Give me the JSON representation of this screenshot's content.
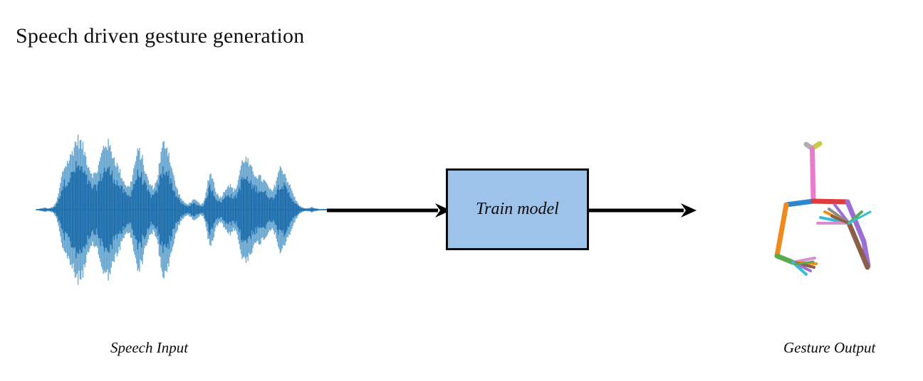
{
  "slide": {
    "title": "Speech driven gesture generation",
    "background_color": "#ffffff"
  },
  "pipeline": {
    "input": {
      "caption": "Speech Input",
      "kind": "audio-waveform",
      "waveform_color_dark": "#1f6fad",
      "waveform_color_light": "#6aa7d0"
    },
    "arrow_in": {
      "label": "",
      "direction": "right",
      "color": "#000000"
    },
    "model": {
      "label": "Train model",
      "fill_color": "#9dc3eb",
      "border_color": "#0d0d0d"
    },
    "arrow_out": {
      "label": "",
      "direction": "right",
      "color": "#000000"
    },
    "output": {
      "caption": "Gesture Output",
      "kind": "skeleton-pose"
    }
  },
  "chart_data": {
    "type": "area",
    "title": "Speech Input",
    "xlabel": "",
    "ylabel": "",
    "grid": false,
    "legend": "none",
    "ylim": [
      -1,
      1
    ],
    "description": "Audio waveform envelope, symmetric about zero, rendered as dense vertical lines.",
    "envelope_outer": [
      0.01,
      0.01,
      0.02,
      0.02,
      0.03,
      0.03,
      0.02,
      0.02,
      0.03,
      0.04,
      0.06,
      0.1,
      0.18,
      0.3,
      0.44,
      0.56,
      0.62,
      0.66,
      0.7,
      0.74,
      0.8,
      0.88,
      0.95,
      0.99,
      1.0,
      0.97,
      0.92,
      0.86,
      0.78,
      0.7,
      0.62,
      0.56,
      0.52,
      0.5,
      0.52,
      0.58,
      0.66,
      0.76,
      0.86,
      0.93,
      0.96,
      0.94,
      0.9,
      0.84,
      0.78,
      0.72,
      0.66,
      0.6,
      0.54,
      0.48,
      0.42,
      0.38,
      0.34,
      0.32,
      0.36,
      0.46,
      0.58,
      0.7,
      0.8,
      0.84,
      0.8,
      0.72,
      0.62,
      0.52,
      0.44,
      0.38,
      0.34,
      0.32,
      0.34,
      0.4,
      0.52,
      0.68,
      0.82,
      0.92,
      0.96,
      0.92,
      0.84,
      0.72,
      0.6,
      0.48,
      0.38,
      0.3,
      0.24,
      0.18,
      0.14,
      0.11,
      0.09,
      0.08,
      0.09,
      0.11,
      0.13,
      0.14,
      0.13,
      0.11,
      0.09,
      0.08,
      0.09,
      0.14,
      0.26,
      0.42,
      0.52,
      0.5,
      0.42,
      0.32,
      0.24,
      0.2,
      0.18,
      0.2,
      0.24,
      0.3,
      0.34,
      0.36,
      0.34,
      0.3,
      0.28,
      0.3,
      0.38,
      0.5,
      0.62,
      0.7,
      0.74,
      0.72,
      0.68,
      0.62,
      0.58,
      0.54,
      0.52,
      0.5,
      0.48,
      0.46,
      0.44,
      0.42,
      0.4,
      0.36,
      0.32,
      0.28,
      0.26,
      0.3,
      0.38,
      0.48,
      0.56,
      0.6,
      0.58,
      0.54,
      0.48,
      0.42,
      0.36,
      0.3,
      0.24,
      0.18,
      0.13,
      0.09,
      0.06,
      0.04,
      0.03,
      0.02,
      0.02,
      0.02,
      0.03,
      0.04,
      0.03,
      0.02,
      0.02,
      0.01,
      0.01,
      0.01,
      0.01,
      0.01,
      0.01,
      0.01
    ],
    "envelope_inner_ratio": 0.62
  },
  "skeleton": {
    "bones": [
      {
        "name": "head-left",
        "color": "#b0b0b0"
      },
      {
        "name": "head-right",
        "color": "#c8cc3e"
      },
      {
        "name": "neck",
        "color": "#e87ccb"
      },
      {
        "name": "shoulder-left",
        "color": "#2f86d0"
      },
      {
        "name": "shoulder-right",
        "color": "#e03b3b"
      },
      {
        "name": "upper-arm-left",
        "color": "#f08a1e"
      },
      {
        "name": "fore-arm-left",
        "color": "#f08a1e"
      },
      {
        "name": "wrist-left",
        "color": "#5aab4f"
      },
      {
        "name": "upper-arm-right",
        "color": "#9b6fd4"
      },
      {
        "name": "fore-arm-right",
        "color": "#8a6048"
      },
      {
        "name": "finger-pink",
        "color": "#d98ed0"
      },
      {
        "name": "finger-cyan",
        "color": "#39bcd8"
      },
      {
        "name": "finger-orange",
        "color": "#f08a1e"
      },
      {
        "name": "finger-purple",
        "color": "#9b6fd4"
      },
      {
        "name": "finger-brown",
        "color": "#8a6048"
      },
      {
        "name": "finger-green",
        "color": "#5aab4f"
      },
      {
        "name": "finger-gray",
        "color": "#8b8b8b"
      }
    ]
  }
}
